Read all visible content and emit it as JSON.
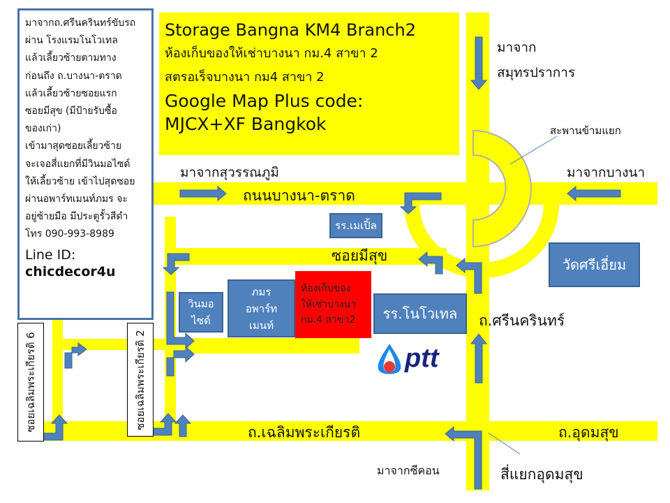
{
  "title_box": {
    "line1": "Storage Bangna KM4 Branch2",
    "line2": "ห้องเก็บของให้เช่าบางนา กม.4 สาขา 2",
    "line3": "สตรอเร็จบางนา กม4 สาขา 2",
    "line4": "Google Map Plus code:",
    "line5": "MJCX+XF Bangkok"
  },
  "directions": {
    "lines": [
      "มาจากถ.ศรีนครินทร์ขับรถ",
      "ผ่าน โรงแรมโนโวเทล",
      "แล้วเลี้ยวซ้ายตามทาง",
      "ก่อนถึง ถ.บางนา-ตราด",
      "แล้วเลี้ยวซ้ายซอยแรก",
      "ซอยมีสุข (มีป้ายรับซื้อ",
      "ของเก่า)",
      "เข้ามาสุดซอยเลี้ยวซ้าย",
      "จะเจอสี่แยกที่มีวินมอไซด์",
      "ให้เลี้ยวซ้าย เข้าไปสุดซอย",
      "ผ่านอพาร์ทเมนท์ภมร  จะ",
      "อยู่ซ้ายมือ มีประตูรั้วสีดำ",
      "โทร 090-993-8989"
    ],
    "line_label": "Line ID:",
    "line_id": "chicdecor4u"
  },
  "labels": {
    "from_samut_prakan_1": "มาจาก",
    "from_samut_prakan_2": "สมุทรปราการ",
    "overpass": "สะพานข้ามแยก",
    "from_suvarnabhumi": "มาจากสุวรรณภูมิ",
    "from_bangna": "มาจากบางนา",
    "bangna_trad_road": "ถนนบางนา-ตราด",
    "soi_mi_suk": "ซอยมีสุข",
    "srinakarin_road": "ถ.ศรีนครินทร์",
    "chaloem_road": "ถ.เฉลิมพระเกียรติ",
    "udomsuk_road": "ถ.อุดมสุข",
    "from_seacon": "มาจากซีคอน",
    "udomsuk_junction": "สี่แยกอุดมสุข",
    "soi_6": "ซอยเฉลิมพระเกียรติ 6",
    "soi_2": "ซอยเฉลิมพระเกียรติ 2"
  },
  "places": {
    "maple_hotel": "รร.เมเปิ้ล",
    "wat_si_iam": "วัดศรีเอี่ยม",
    "win_moto_1": "วินมอ",
    "win_moto_2": "ไซด์",
    "pamorn_1": "ภมร",
    "pamorn_2": "อพาร์ท",
    "pamorn_3": "เมนท์",
    "storage_1": "ห้องเก็บของ",
    "storage_2": "ให้เช่าบางนา",
    "storage_3": "กม.4 สาขา2",
    "novotel": "รร.โนโวเทล",
    "ptt": "ptt"
  },
  "colors": {
    "road": "#ffff00",
    "arrow": "#4f81bd",
    "box": "#4f81bd",
    "storage": "#ff0000",
    "ptt_blue": "#1a237e"
  }
}
